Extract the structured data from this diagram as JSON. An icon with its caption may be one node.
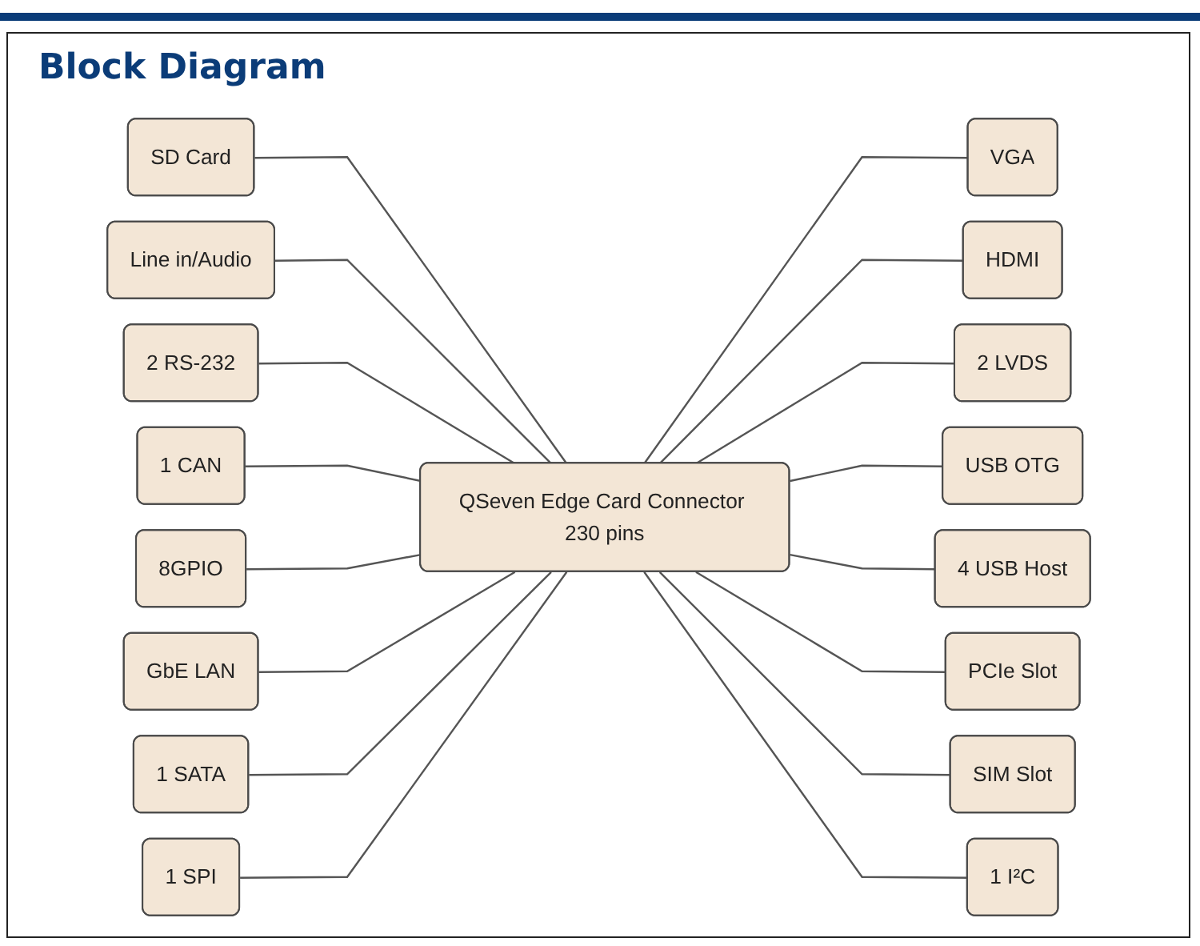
{
  "diagram": {
    "title": "Block Diagram",
    "nodes": [
      {
        "text": [
          "SD Card"
        ]
      },
      {
        "text": [
          "Line in/Audio"
        ]
      },
      {
        "text": [
          "2 RS-232"
        ]
      },
      {
        "text": [
          "1 CAN"
        ]
      },
      {
        "text": [
          "8GPIO"
        ]
      },
      {
        "text": [
          "GbE LAN"
        ]
      },
      {
        "text": [
          "1 SATA"
        ]
      },
      {
        "text": [
          "1 SPI"
        ]
      },
      {
        "text": [
          "QSeven Edge Card Connector 230 pins"
        ]
      },
      {
        "text": [
          "VGA"
        ]
      },
      {
        "text": [
          "HDMI"
        ]
      },
      {
        "text": [
          "2 LVDS"
        ]
      },
      {
        "text": [
          "USB OTG"
        ]
      },
      {
        "text": [
          "4 USB Host"
        ]
      },
      {
        "text": [
          "PCIe Slot"
        ]
      },
      {
        "text": [
          "SIM Slot"
        ]
      },
      {
        "text": [
          "1 I²C"
        ]
      }
    ],
    "edges": [
      {
        "from": 0,
        "to": 8,
        "arrow": "none"
      },
      {
        "from": 1,
        "to": 8,
        "arrow": "none"
      },
      {
        "from": 2,
        "to": 8,
        "arrow": "none"
      },
      {
        "from": 3,
        "to": 8,
        "arrow": "none"
      },
      {
        "from": 4,
        "to": 8,
        "arrow": "none"
      },
      {
        "from": 5,
        "to": 8,
        "arrow": "none"
      },
      {
        "from": 6,
        "to": 8,
        "arrow": "none"
      },
      {
        "from": 7,
        "to": 8,
        "arrow": "none"
      },
      {
        "from": 8,
        "to": 9,
        "arrow": "none"
      },
      {
        "from": 8,
        "to": 10,
        "arrow": "none"
      },
      {
        "from": 8,
        "to": 11,
        "arrow": "none"
      },
      {
        "from": 8,
        "to": 12,
        "arrow": "none"
      },
      {
        "from": 8,
        "to": 13,
        "arrow": "none"
      },
      {
        "from": 8,
        "to": 14,
        "arrow": "none"
      },
      {
        "from": 8,
        "to": 15,
        "arrow": "none"
      },
      {
        "from": 8,
        "to": 16,
        "arrow": "none"
      }
    ]
  }
}
